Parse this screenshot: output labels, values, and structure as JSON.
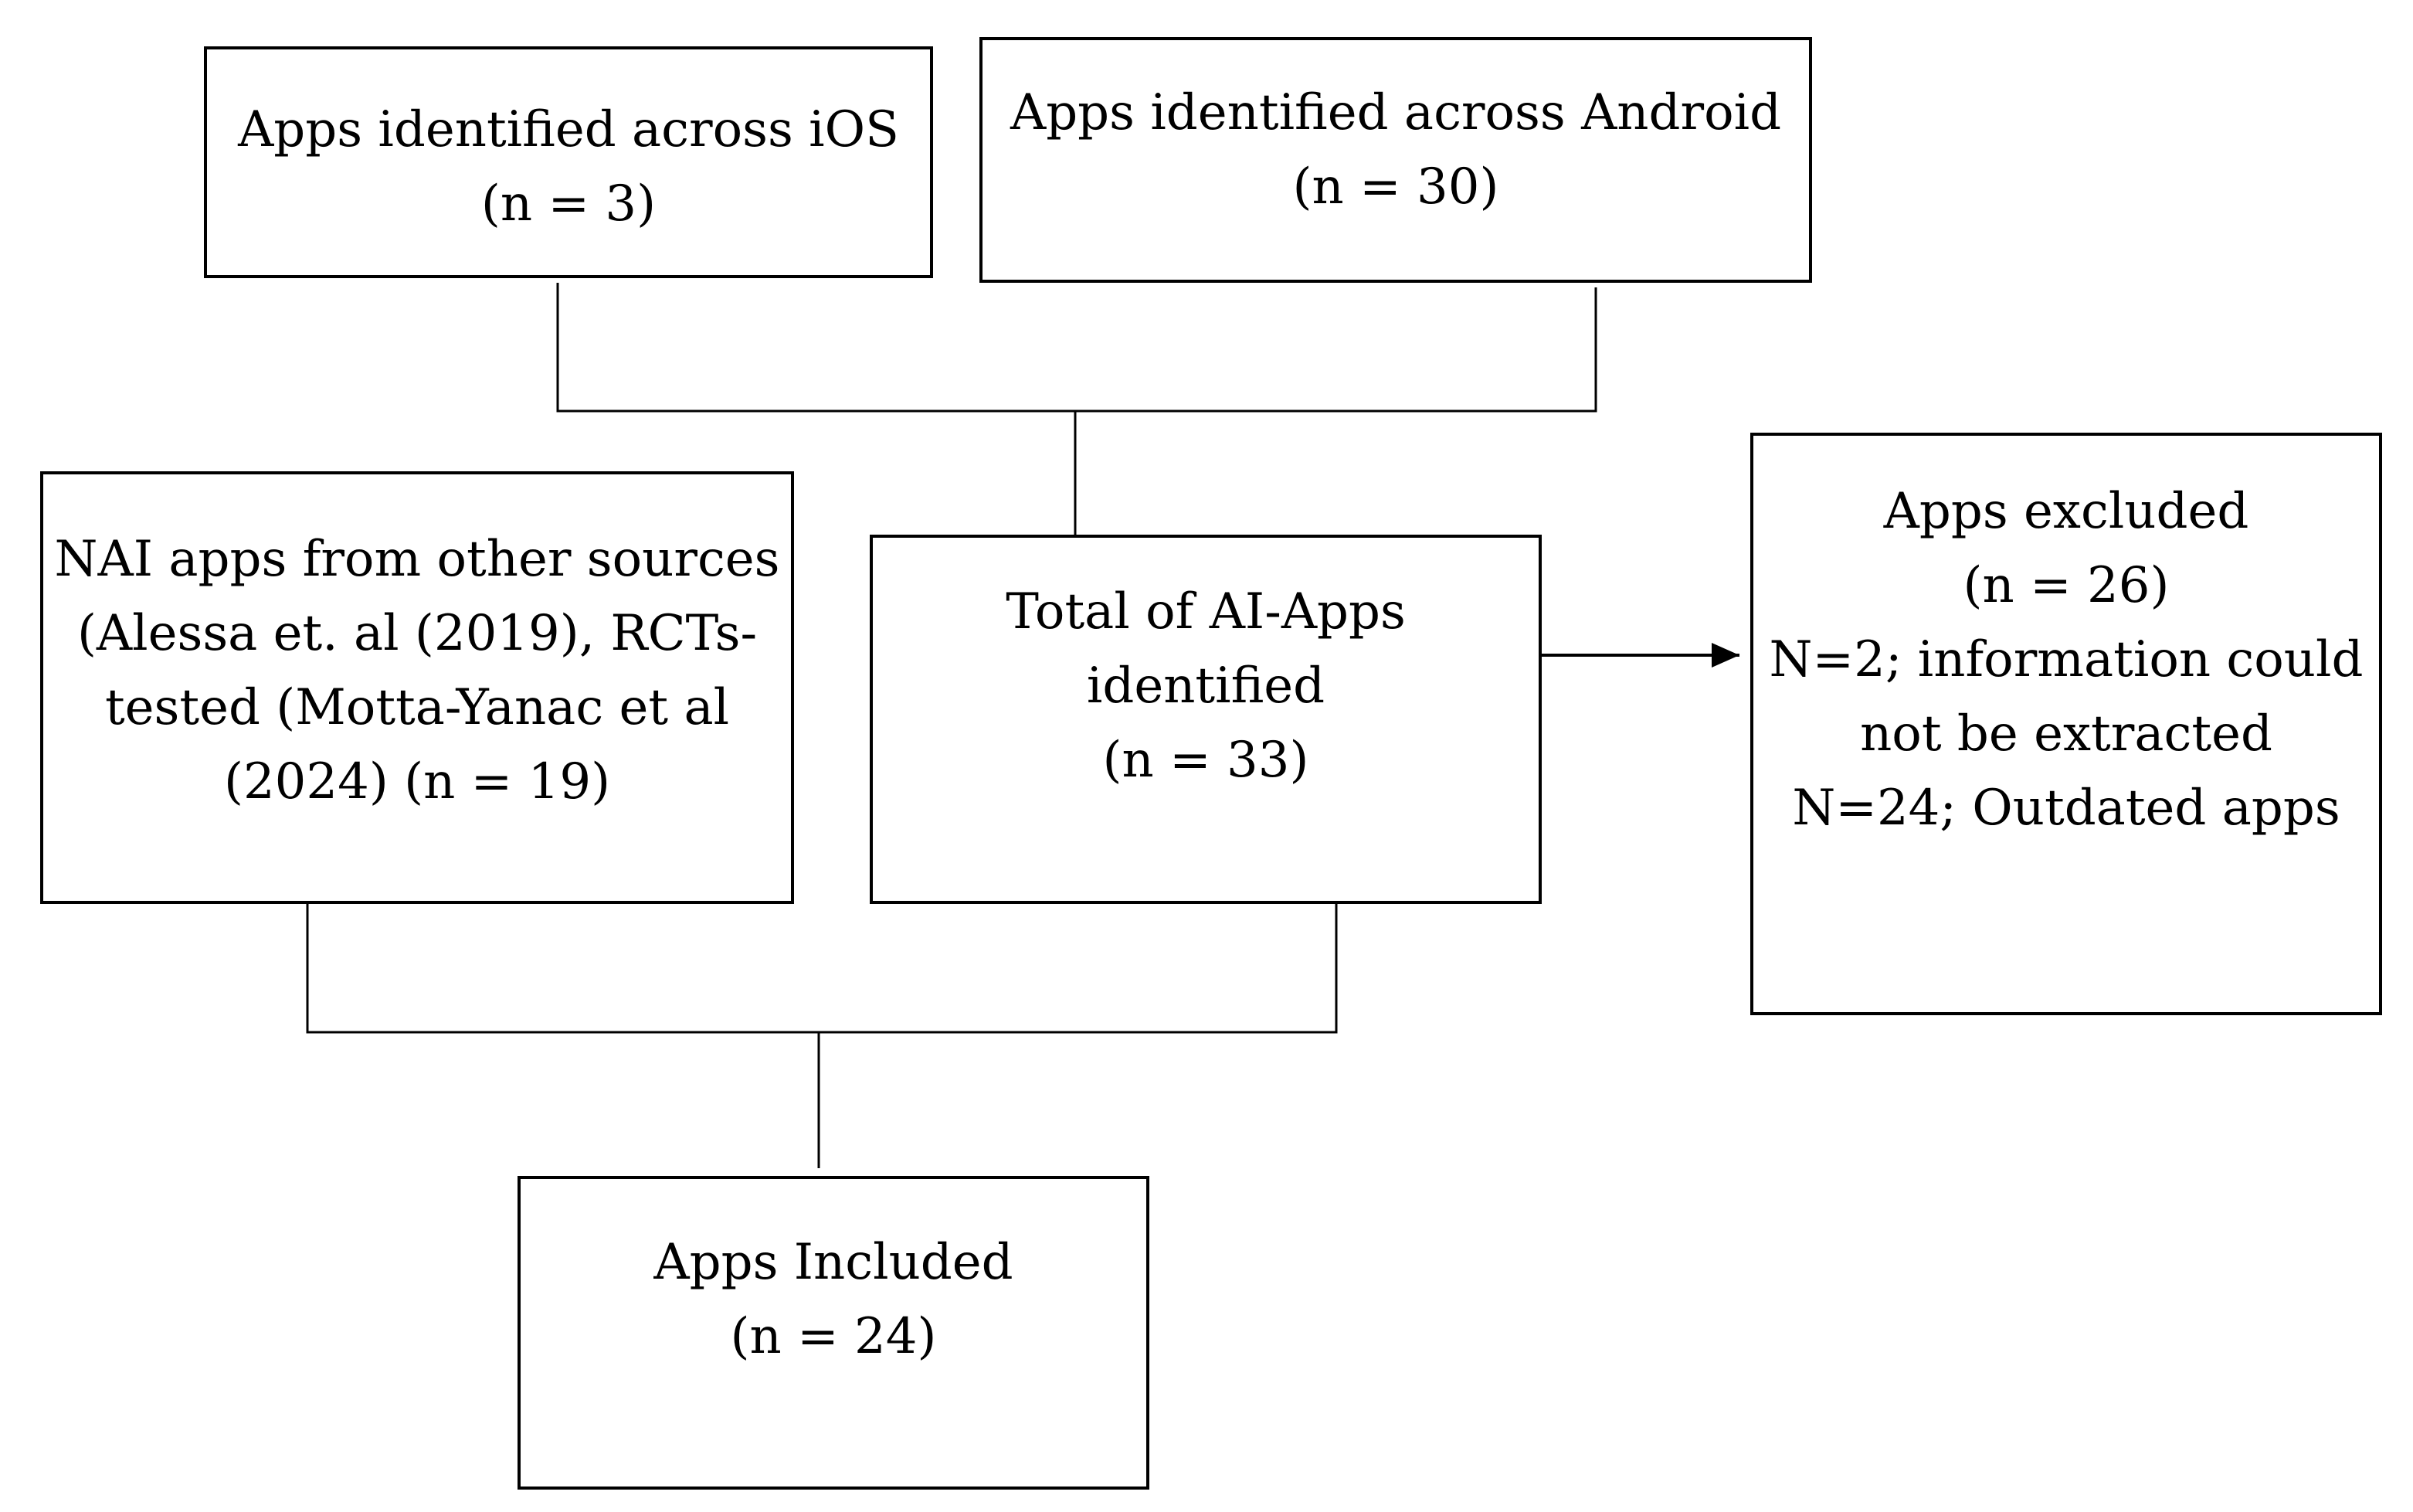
{
  "diagram": {
    "boxes": {
      "ios": {
        "lines": [
          "Apps identified across iOS",
          "(n = 3)"
        ]
      },
      "android": {
        "lines": [
          "Apps identified across Android",
          "(n = 30)"
        ]
      },
      "other_sources": {
        "lines": [
          "NAI apps from other sources",
          "(Alessa et. al (2019), RCTs-",
          "tested (Motta-Yanac et al",
          "(2024) (n = 19)"
        ]
      },
      "total": {
        "lines": [
          "Total of AI-Apps",
          "identified",
          "(n = 33)"
        ]
      },
      "excluded": {
        "lines": [
          "Apps excluded",
          "(n = 26)",
          "N=2; information could",
          "not be extracted",
          "N=24; Outdated apps"
        ]
      },
      "included": {
        "lines": [
          "Apps Included",
          "(n = 24)"
        ]
      }
    },
    "edges": [
      {
        "from": "ios",
        "to": "total",
        "style": "merge-line"
      },
      {
        "from": "android",
        "to": "total",
        "style": "merge-line"
      },
      {
        "from": "total",
        "to": "excluded",
        "style": "arrow"
      },
      {
        "from": "other_sources",
        "to": "included",
        "style": "merge-line"
      },
      {
        "from": "total",
        "to": "included",
        "style": "merge-line"
      }
    ]
  }
}
